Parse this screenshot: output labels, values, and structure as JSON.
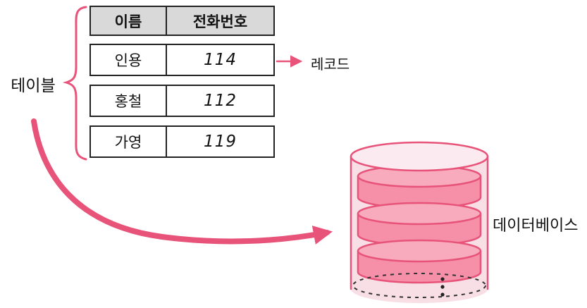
{
  "labels": {
    "table": "테이블",
    "record": "레코드",
    "database": "데이터베이스"
  },
  "table": {
    "headers": [
      "이름",
      "전화번호"
    ],
    "rows": [
      {
        "name": "인용",
        "phone": "114"
      },
      {
        "name": "홍철",
        "phone": "112"
      },
      {
        "name": "가영",
        "phone": "119"
      }
    ]
  },
  "colors": {
    "accent": "#e8537a",
    "cylinder_fill": "#f8dfe6",
    "cylinder_top_fill": "#fbeaef",
    "disk_fill": "#f590a8",
    "disk_top_fill": "#f8abbd",
    "header_fill": "#d9d9d9"
  }
}
